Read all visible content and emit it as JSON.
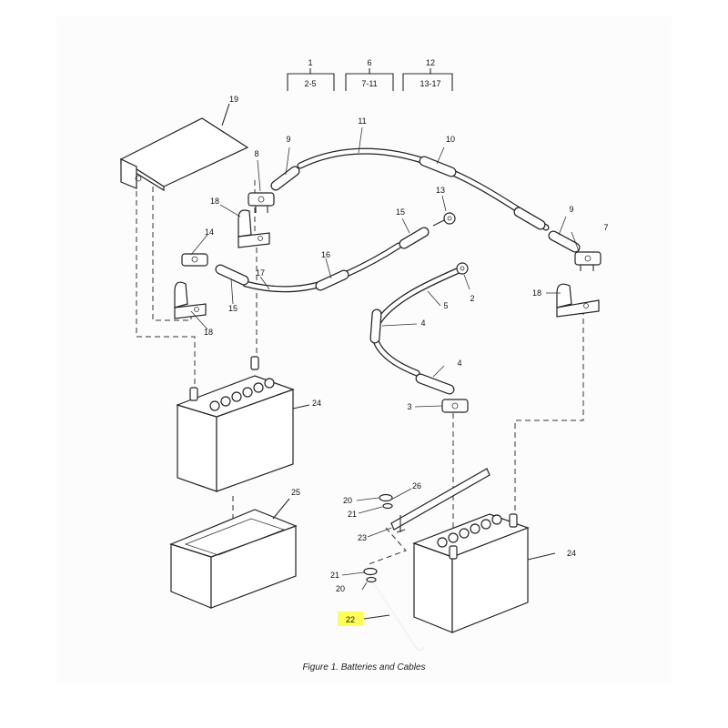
{
  "figure": {
    "caption": "Figure 1.  Batteries and Cables",
    "highlight_color": "#ffff55"
  },
  "kit_groups": [
    {
      "item": "1",
      "range": "2-5"
    },
    {
      "item": "6",
      "range": "7-11"
    },
    {
      "item": "12",
      "range": "13-17"
    }
  ],
  "callouts": {
    "c2": "2",
    "c3": "3",
    "c4a": "4",
    "c4b": "4",
    "c5": "5",
    "c7": "7",
    "c8": "8",
    "c9a": "9",
    "c9b": "9",
    "c10": "10",
    "c11": "11",
    "c13": "13",
    "c14": "14",
    "c15a": "15",
    "c15b": "15",
    "c16": "16",
    "c17": "17",
    "c18a": "18",
    "c18b": "18",
    "c18c": "18",
    "c19": "19",
    "c20a": "20",
    "c20b": "20",
    "c21a": "21",
    "c21b": "21",
    "c22": "22",
    "c23": "23",
    "c24a": "24",
    "c24b": "24",
    "c25": "25",
    "c26": "26"
  },
  "highlighted_callout": "22"
}
